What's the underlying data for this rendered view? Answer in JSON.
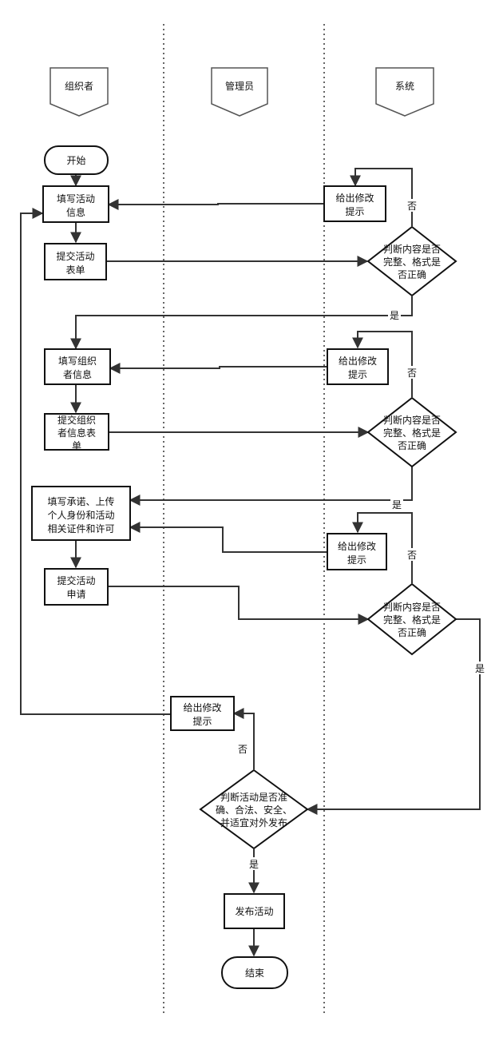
{
  "lanes": {
    "organizer": "组织者",
    "admin": "管理员",
    "system": "系统"
  },
  "nodes": {
    "start": "开始",
    "fill_info": [
      "填写活动",
      "信息"
    ],
    "submit_form": [
      "提交活动",
      "表单"
    ],
    "fill_organizer": [
      "填写组织",
      "者信息"
    ],
    "submit_organizer": [
      "提交组织",
      "者信息表",
      "单"
    ],
    "fill_commit": [
      "填写承诺、上传",
      "个人身份和活动",
      "相关证件和许可"
    ],
    "submit_apply": [
      "提交活动",
      "申请"
    ],
    "hint_1": [
      "给出修改",
      "提示"
    ],
    "hint_2": [
      "给出修改",
      "提示"
    ],
    "hint_3": [
      "给出修改",
      "提示"
    ],
    "hint_admin": [
      "给出修改",
      "提示"
    ],
    "check_1": [
      "判断内容是否",
      "完整、格式是",
      "否正确"
    ],
    "check_2": [
      "判断内容是否",
      "完整、格式是",
      "否正确"
    ],
    "check_3": [
      "判断内容是否",
      "完整、格式是",
      "否正确"
    ],
    "judge_admin": [
      "判断活动是否准",
      "确、合法、安全、",
      "并适宜对外发布"
    ],
    "publish": "发布活动",
    "end": "结束"
  },
  "labels": {
    "yes": "是",
    "no": "否"
  }
}
